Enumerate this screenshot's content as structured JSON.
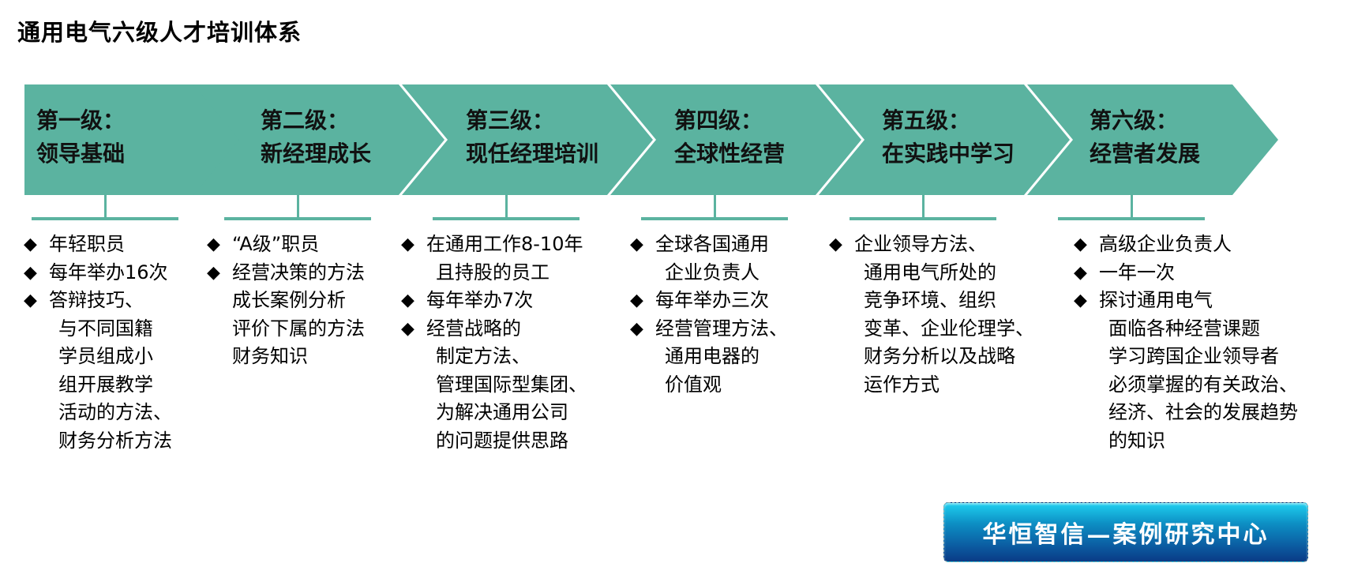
{
  "title": "通用电气六级人才培训体系",
  "colors": {
    "arrow": "#5bb3a0",
    "connector": "#5bb3a0"
  },
  "stages": [
    {
      "level": "第一级：",
      "name": "领导基础"
    },
    {
      "level": "第二级：",
      "name": "新经理成长"
    },
    {
      "level": "第三级：",
      "name": "现任经理培训"
    },
    {
      "level": "第四级：",
      "name": "全球性经营"
    },
    {
      "level": "第五级：",
      "name": "在实践中学习"
    },
    {
      "level": "第六级：",
      "name": "经营者发展"
    }
  ],
  "columns": [
    {
      "lines": [
        {
          "t": "年轻职员",
          "b": true
        },
        {
          "t": "每年举办16次",
          "b": true
        },
        {
          "t": "答辩技巧、",
          "b": true
        },
        {
          "t": "与不同国籍",
          "b": false
        },
        {
          "t": "学员组成小",
          "b": false
        },
        {
          "t": "组开展教学",
          "b": false
        },
        {
          "t": "活动的方法、",
          "b": false
        },
        {
          "t": "财务分析方法",
          "b": false
        }
      ]
    },
    {
      "lines": [
        {
          "t": "  “A级”职员",
          "b": true
        },
        {
          "t": "经营决策的方法",
          "b": true
        },
        {
          "t": "成长案例分析",
          "b": false
        },
        {
          "t": "评价下属的方法",
          "b": false
        },
        {
          "t": "财务知识",
          "b": false
        }
      ]
    },
    {
      "lines": [
        {
          "t": "在通用工作8-10年",
          "b": true
        },
        {
          "t": "且持股的员工",
          "b": false
        },
        {
          "t": "每年举办7次",
          "b": true
        },
        {
          "t": "经营战略的",
          "b": true
        },
        {
          "t": "制定方法、",
          "b": false
        },
        {
          "t": "管理国际型集团、",
          "b": false
        },
        {
          "t": "为解决通用公司",
          "b": false
        },
        {
          "t": "的问题提供思路",
          "b": false
        }
      ]
    },
    {
      "lines": [
        {
          "t": "全球各国通用",
          "b": true
        },
        {
          "t": "企业负责人",
          "b": false
        },
        {
          "t": "每年举办三次",
          "b": true
        },
        {
          "t": "经营管理方法、",
          "b": true
        },
        {
          "t": "通用电器的",
          "b": false
        },
        {
          "t": "价值观",
          "b": false
        }
      ]
    },
    {
      "lines": [
        {
          "t": "企业领导方法、",
          "b": true
        },
        {
          "t": "通用电气所处的",
          "b": false
        },
        {
          "t": "竞争环境、组织",
          "b": false
        },
        {
          "t": "变革、企业伦理学、",
          "b": false
        },
        {
          "t": "财务分析以及战略",
          "b": false
        },
        {
          "t": "运作方式",
          "b": false
        }
      ]
    },
    {
      "lines": [
        {
          "t": "高级企业负责人",
          "b": true
        },
        {
          "t": "一年一次",
          "b": true
        },
        {
          "t": "探讨通用电气",
          "b": true
        },
        {
          "t": "面临各种经营课题",
          "b": false
        },
        {
          "t": "学习跨国企业领导者",
          "b": false
        },
        {
          "t": "必须掌握的有关政治、",
          "b": false
        },
        {
          "t": "经济、社会的发展趋势",
          "b": false
        },
        {
          "t": "的知识",
          "b": false
        }
      ]
    }
  ],
  "bullet_glyph": "◆",
  "logo_text": "华恒智信—案例研究中心"
}
